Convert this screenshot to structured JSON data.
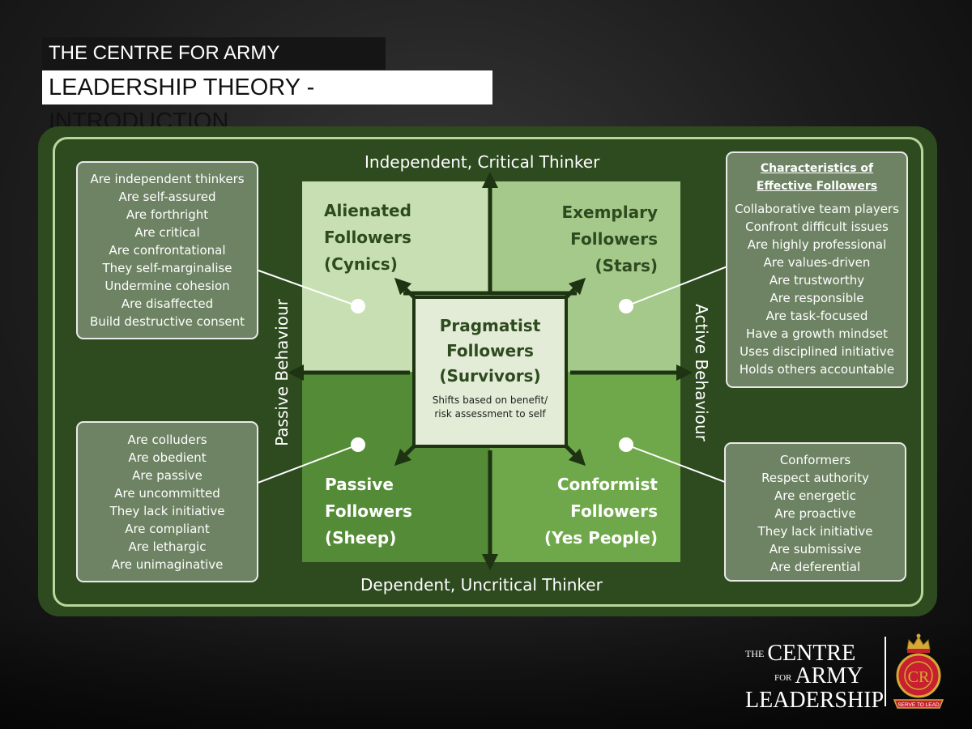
{
  "header": {
    "org_title": "THE CENTRE FOR ARMY LEADERSHIP",
    "page_title": "LEADERSHIP THEORY - INTRODUCTION"
  },
  "axes": {
    "top": "Independent, Critical Thinker",
    "bottom": "Dependent, Uncritical Thinker",
    "left": "Passive Behaviour",
    "right": "Active Behaviour"
  },
  "quadrants": {
    "top_left": [
      "Alienated",
      "Followers",
      "(Cynics)"
    ],
    "top_right": [
      "Exemplary",
      "Followers",
      "(Stars)"
    ],
    "bottom_left": [
      "Passive",
      "Followers",
      "(Sheep)"
    ],
    "bottom_right": [
      "Conformist",
      "Followers",
      "(Yes People)"
    ]
  },
  "center": {
    "title": [
      "Pragmatist",
      "Followers",
      "(Survivors)"
    ],
    "note": [
      "Shifts based on benefit/",
      "risk assessment to self"
    ]
  },
  "boxes": {
    "top_left": [
      "Are independent thinkers",
      "Are self-assured",
      "Are forthright",
      "Are critical",
      "Are confrontational",
      "They self-marginalise",
      "Undermine cohesion",
      "Are disaffected",
      "Build destructive consent"
    ],
    "bottom_left": [
      "Are colluders",
      "Are obedient",
      "Are passive",
      "Are uncommitted",
      "They lack initiative",
      "Are compliant",
      "Are lethargic",
      "Are unimaginative"
    ],
    "top_right_heading": [
      "Characteristics of",
      "Effective Followers"
    ],
    "top_right": [
      "Collaborative team players",
      "Confront difficult issues",
      "Are highly professional",
      "Are values-driven",
      "Are trustworthy",
      "Are responsible",
      "Are task-focused",
      "Have a growth mindset",
      "Uses disciplined initiative",
      "Holds others accountable"
    ],
    "bottom_right": [
      "Conformers",
      "Respect authority",
      "Are energetic",
      "Are proactive",
      "They lack initiative",
      "Are submissive",
      "Are deferential"
    ]
  },
  "logo": {
    "the": "THE",
    "centre": "CENTRE",
    "for": "FOR",
    "army": "ARMY",
    "leadership": "LEADERSHIP",
    "crest_motto": "SERVE TO LEAD"
  },
  "colors": {
    "panel": "#2e4a1f",
    "panel_border": "#b7d89a",
    "q_top_left": "#c7dfb2",
    "q_top_right": "#a5c98a",
    "q_bottom_left": "#548b36",
    "q_bottom_right": "#6fa84a",
    "side_box": "#6d8363",
    "crest_red": "#c8202f",
    "crest_gold": "#d4a935"
  }
}
